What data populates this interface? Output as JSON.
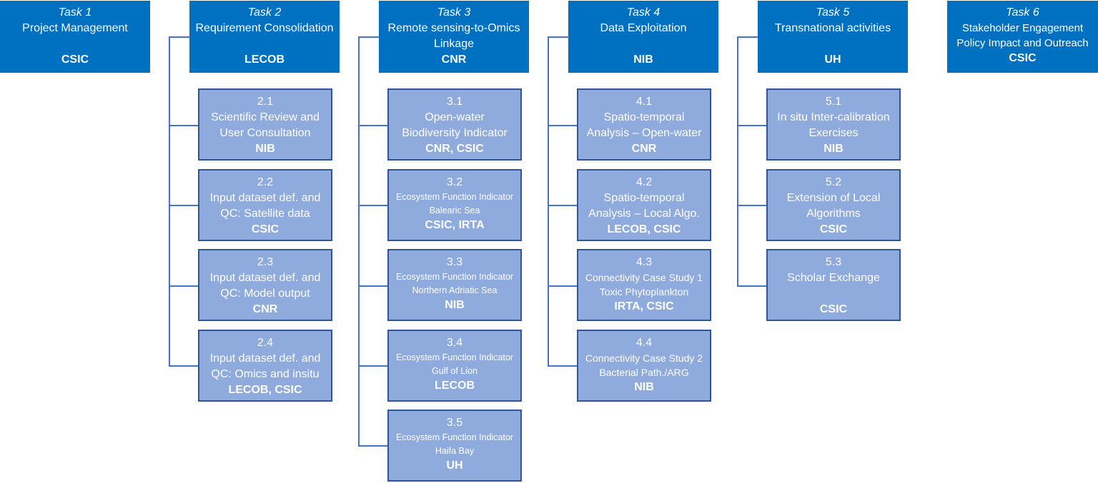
{
  "tasks": [
    {
      "num": "Task 1",
      "title": "Project Management",
      "lead": "CSIC"
    },
    {
      "num": "Task 2",
      "title": "Requirement Consolidation",
      "lead": "LECOB"
    },
    {
      "num": "Task 3",
      "title": "Remote sensing-to-Omics\nLinkage",
      "lead": "CNR"
    },
    {
      "num": "Task 4",
      "title": "Data Exploitation",
      "lead": "NIB"
    },
    {
      "num": "Task 5",
      "title": "Transnational activities",
      "lead": "UH"
    },
    {
      "num": "Task 6",
      "title": "Stakeholder Engagement\nPolicy Impact and Outreach",
      "lead": "CSIC"
    }
  ],
  "subtasks": {
    "t2": [
      {
        "num": "2.1",
        "title": "Scientific Review and\nUser Consultation",
        "lead": "NIB"
      },
      {
        "num": "2.2",
        "title": "Input dataset def. and\nQC: Satellite data",
        "lead": "CSIC"
      },
      {
        "num": "2.3",
        "title": "Input dataset def. and\nQC: Model output",
        "lead": "CNR"
      },
      {
        "num": "2.4",
        "title": "Input dataset def. and\nQC: Omics and insitu",
        "lead": "LECOB, CSIC"
      }
    ],
    "t3": [
      {
        "num": "3.1",
        "title": "Open-water\nBiodiversity Indicator",
        "lead": "CNR, CSIC"
      },
      {
        "num": "3.2",
        "title": "Ecosystem Function Indicator\nBalearic Sea",
        "lead": "CSIC, IRTA"
      },
      {
        "num": "3.3",
        "title": "Ecosystem Function Indicator\nNorthern Adriatic Sea",
        "lead": "NIB"
      },
      {
        "num": "3.4",
        "title": "Ecosystem Function Indicator\nGulf of Lion",
        "lead": "LECOB"
      },
      {
        "num": "3.5",
        "title": "Ecosystem Function Indicator\nHaifa Bay",
        "lead": "UH"
      }
    ],
    "t4": [
      {
        "num": "4.1",
        "title": "Spatio-temporal\nAnalysis – Open-water",
        "lead": "CNR"
      },
      {
        "num": "4.2",
        "title": "Spatio-temporal\nAnalysis – Local Algo.",
        "lead": "LECOB, CSIC"
      },
      {
        "num": "4.3",
        "title": "Connectivity Case Study 1\nToxic Phytoplankton",
        "lead": "IRTA, CSIC"
      },
      {
        "num": "4.4",
        "title": "Connectivity Case Study 2\nBacterial Path./ARG",
        "lead": "NIB"
      }
    ],
    "t5": [
      {
        "num": "5.1",
        "title": "In situ Inter-calibration\nExercises",
        "lead": "NIB"
      },
      {
        "num": "5.2",
        "title": "Extension of Local\nAlgorithms",
        "lead": "CSIC"
      },
      {
        "num": "5.3",
        "title": "Scholar Exchange\n",
        "lead": "CSIC"
      }
    ]
  },
  "colors": {
    "task": "#0070C0",
    "subtask": "#8FAADC",
    "subtask_border": "#2F5597",
    "connector": "#4472C4"
  }
}
